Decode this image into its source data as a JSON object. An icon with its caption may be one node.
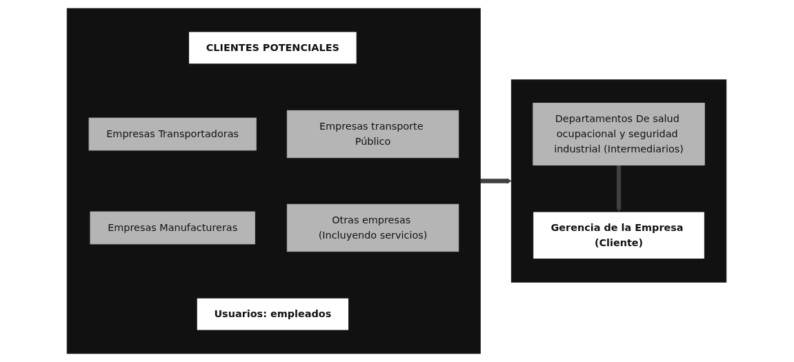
{
  "diagram": {
    "nodes": [
      {
        "text": [],
        "shape": "box"
      },
      {
        "text": [
          "CLIENTES POTENCIALES"
        ],
        "in": 0
      },
      {
        "text": [
          "Empresas Transportadoras"
        ],
        "in": 0
      },
      {
        "text": [
          "Empresas transporte Público"
        ],
        "in": 0
      },
      {
        "text": [
          "Empresas Manufactureras"
        ],
        "in": 0
      },
      {
        "text": [
          "Otras empresas (Incluyendo servicios)"
        ],
        "in": 0
      },
      {
        "text": [
          "Usuarios: empleados"
        ],
        "in": 0
      },
      {
        "text": [],
        "shape": "box"
      },
      {
        "text": [
          "Gerencia de la Empresa (Cliente)"
        ],
        "in": 7
      },
      {
        "text": [
          "Departamentos De salud ocupacional y seguridad industrial (Intermediarios)"
        ],
        "in": 7
      }
    ],
    "edges": [
      {
        "from": 0,
        "to": 7,
        "arrow": "to"
      },
      {
        "from": 9,
        "to": 8,
        "arrow": "to"
      }
    ]
  }
}
